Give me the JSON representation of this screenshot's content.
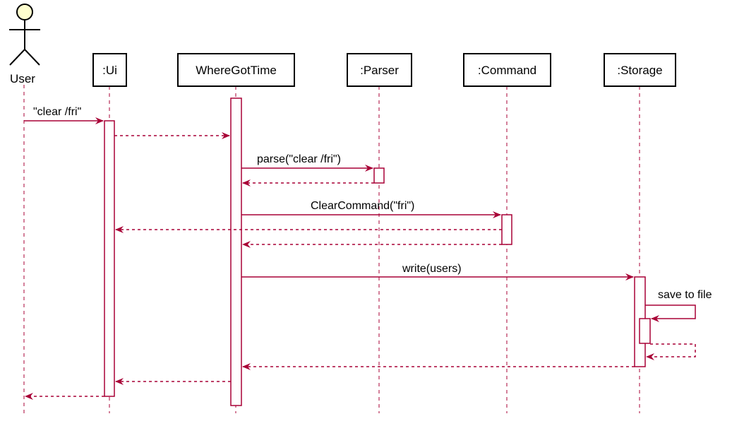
{
  "colors": {
    "line": "#A80036",
    "actor_fill": "#FEFECE",
    "box_stroke": "#000000",
    "text": "#000000"
  },
  "actor": {
    "name": "User"
  },
  "participants": [
    {
      "id": "ui",
      "name": ":Ui"
    },
    {
      "id": "wgt",
      "name": "WhereGotTime"
    },
    {
      "id": "parser",
      "name": ":Parser"
    },
    {
      "id": "command",
      "name": ":Command"
    },
    {
      "id": "storage",
      "name": ":Storage"
    }
  ],
  "messages": [
    {
      "from": "user",
      "to": "ui",
      "label": "\"clear /fri\"",
      "type": "call"
    },
    {
      "from": "ui",
      "to": "wgt",
      "label": "",
      "type": "return"
    },
    {
      "from": "wgt",
      "to": "parser",
      "label": "parse(\"clear /fri\")",
      "type": "call"
    },
    {
      "from": "parser",
      "to": "wgt",
      "label": "",
      "type": "return"
    },
    {
      "from": "wgt",
      "to": "command",
      "label": "ClearCommand(\"fri\")",
      "type": "call"
    },
    {
      "from": "command",
      "to": "ui",
      "label": "",
      "type": "return"
    },
    {
      "from": "command",
      "to": "wgt",
      "label": "",
      "type": "return"
    },
    {
      "from": "wgt",
      "to": "storage",
      "label": "write(users)",
      "type": "call"
    },
    {
      "from": "storage",
      "to": "storage",
      "label": "save to file",
      "type": "self-call"
    },
    {
      "from": "storage",
      "to": "storage",
      "label": "",
      "type": "self-return"
    },
    {
      "from": "storage",
      "to": "wgt",
      "label": "",
      "type": "return"
    },
    {
      "from": "wgt",
      "to": "ui",
      "label": "",
      "type": "return"
    },
    {
      "from": "ui",
      "to": "user",
      "label": "",
      "type": "return"
    }
  ]
}
